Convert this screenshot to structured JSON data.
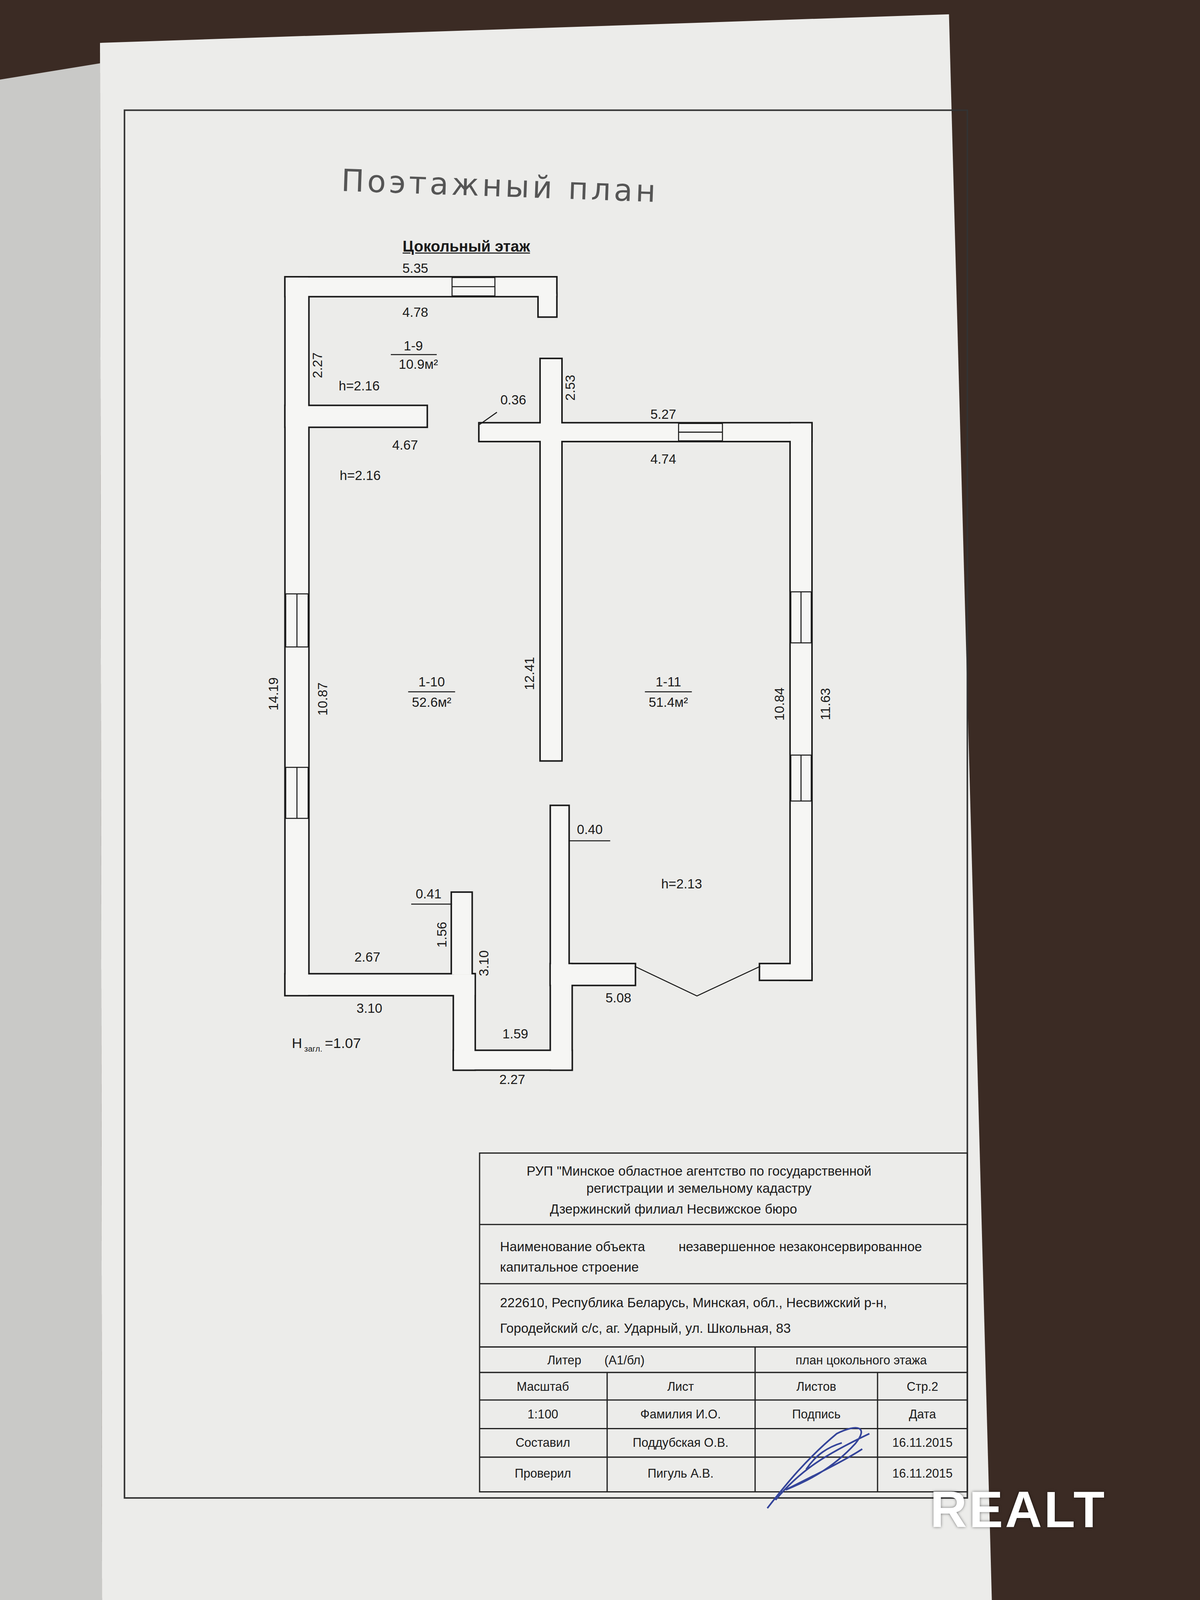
{
  "diagram": {
    "title": "Поэтажный план",
    "labels": [
      "Цокольный этаж",
      "5.35",
      "4.78",
      "1-9",
      "10.9м²",
      "2.27",
      "h=2.16",
      "0.36",
      "2.53",
      "4.67",
      "h=2.16",
      "5.27",
      "4.74",
      "14.19",
      "10.87",
      "1-10",
      "52.6м²",
      "12.41",
      "1-11",
      "51.4м²",
      "10.84",
      "11.63",
      "0.40",
      "h=2.13",
      "0.41",
      "1.56",
      "3.10",
      "2.67",
      "3.10",
      "5.08",
      "H",
      "загл.",
      "=1.07",
      "1.59",
      "2.27",
      "РУП \"Минское областное агентство по государственной регистрации и земельному кадастру",
      "Дзержинский филиал Несвижское бюро",
      "Наименование объекта",
      "незавершенное незаконсервированное капитальное строение",
      "222610, Республика Беларусь, Минская, обл., Несвижский р-н, Городейский с/с, аг. Ударный, ул. Школьная, 83",
      "Литер",
      "(А1/бл)",
      "план цокольного этажа",
      "Масштаб",
      "Лист",
      "Листов",
      "Стр.2",
      "1:100",
      "Фамилия И.О.",
      "Подпись",
      "Дата",
      "Составил",
      "Поддубская О.В.",
      "16.11.2015",
      "Проверил",
      "Пигуль А.В.",
      "16.11.2015",
      "REALT"
    ]
  }
}
